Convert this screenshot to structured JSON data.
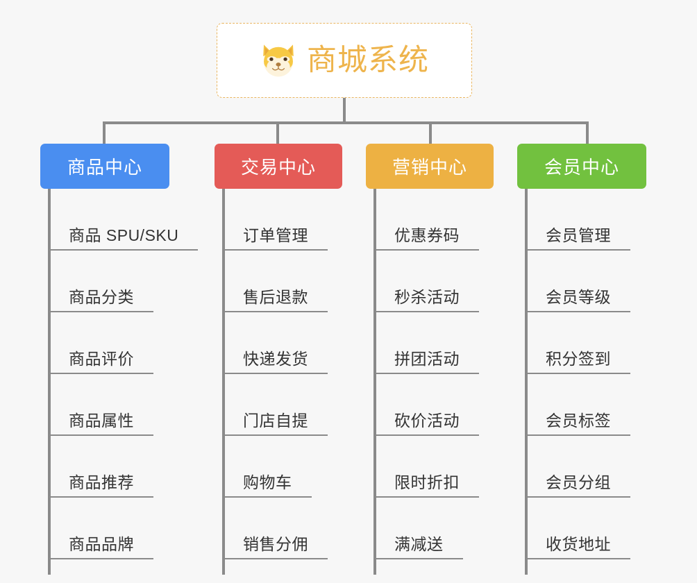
{
  "page": {
    "background_color": "#f7f7f7",
    "type": "mindmap-tree"
  },
  "root": {
    "icon": "shiba-dog-emoji",
    "title": "商城系统",
    "text_color": "#eeb44c",
    "border_color": "#e9b55e",
    "background_color": "#ffffff"
  },
  "connector": {
    "color": "#8a8a8a"
  },
  "columns": [
    {
      "id": "product-center",
      "label": "商品中心",
      "color": "#4a8ef0",
      "items": [
        "商品 SPU/SKU",
        "商品分类",
        "商品评价",
        "商品属性",
        "商品推荐",
        "商品品牌"
      ]
    },
    {
      "id": "trade-center",
      "label": "交易中心",
      "color": "#e45b57",
      "items": [
        "订单管理",
        "售后退款",
        "快递发货",
        "门店自提",
        "购物车",
        "销售分佣"
      ]
    },
    {
      "id": "marketing-center",
      "label": "营销中心",
      "color": "#edb143",
      "items": [
        "优惠券码",
        "秒杀活动",
        "拼团活动",
        "砍价活动",
        "限时折扣",
        "满减送"
      ]
    },
    {
      "id": "member-center",
      "label": "会员中心",
      "color": "#72c13f",
      "items": [
        "会员管理",
        "会员等级",
        "积分签到",
        "会员标签",
        "会员分组",
        "收货地址"
      ]
    }
  ]
}
